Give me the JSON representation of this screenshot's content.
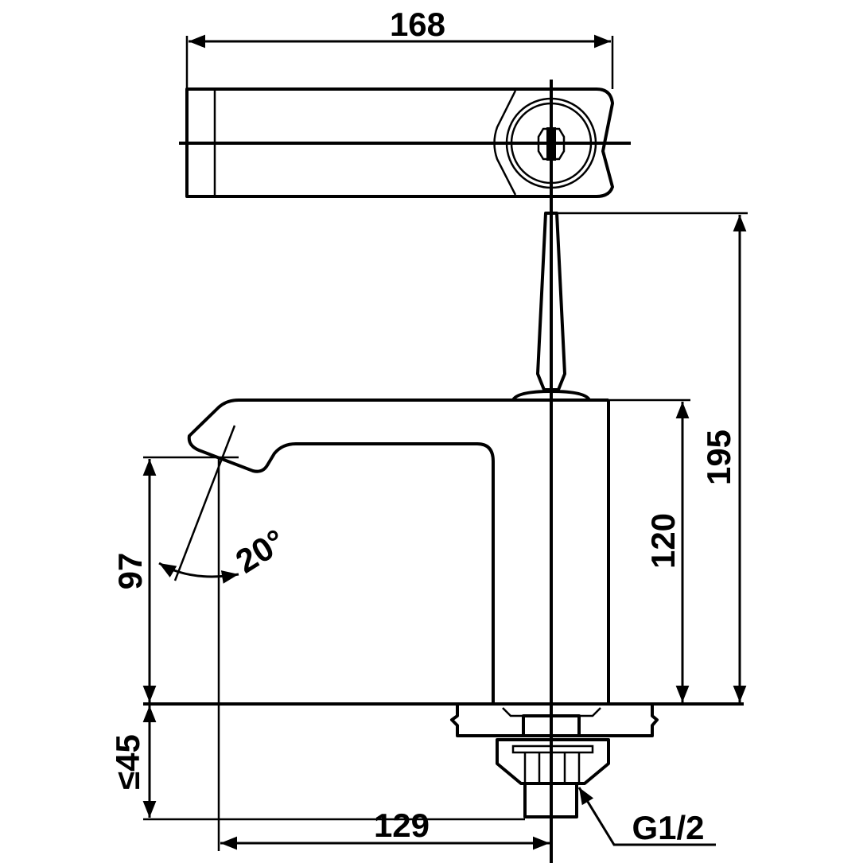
{
  "title": "Faucet dimension drawing",
  "dimensions": {
    "width_top": "168",
    "total_height": "195",
    "body_height": "120",
    "spout_height": "97",
    "spout_angle": "20°",
    "deck_thickness": "≤45",
    "spout_reach": "129",
    "thread": "G1/2"
  },
  "colors": {
    "line": "#000000",
    "background": "#ffffff"
  }
}
